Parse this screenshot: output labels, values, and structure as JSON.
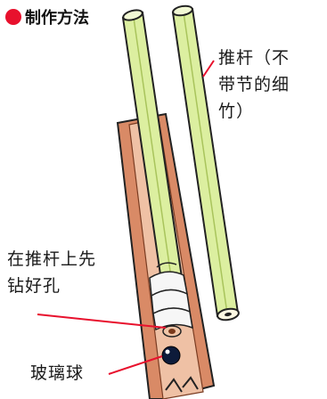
{
  "title": "制作方法",
  "labels": {
    "push_rod_line1": "推杆（不",
    "push_rod_line2": "带节的细",
    "push_rod_line3": "竹）",
    "drill_line1": "在推杆上先",
    "drill_line2": "钻好孔",
    "glass_ball": "玻璃球"
  },
  "colors": {
    "title_dot": "#e8112d",
    "rod_green": "#d9ec9a",
    "tube_brown": "#c8805e",
    "tube_inner": "#e7b08e",
    "leader_line": "#e8112d"
  }
}
